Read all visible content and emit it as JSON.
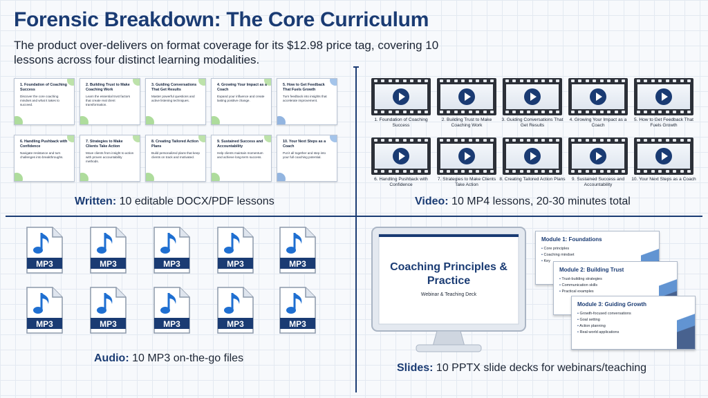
{
  "title": "Forensic Breakdown: The Core Curriculum",
  "subtitle": "The product over-delivers on format coverage for its $12.98 price tag, covering 10 lessons across four distinct learning modalities.",
  "written": {
    "caption_strong": "Written:",
    "caption_rest": " 10 editable DOCX/PDF lessons",
    "cards": [
      {
        "title": "1. Foundation of Coaching Success",
        "desc": "Discover the core coaching mindset and what it takes to succeed."
      },
      {
        "title": "2. Building Trust to Make Coaching Work",
        "desc": "Learn the essential trust factors that create real client transformation."
      },
      {
        "title": "3. Guiding Conversations That Get Results",
        "desc": "Master powerful questions and active listening techniques."
      },
      {
        "title": "4. Growing Your Impact as a Coach",
        "desc": "Expand your influence and create lasting positive change."
      },
      {
        "title": "5. How to Get Feedback That Fuels Growth",
        "desc": "Turn feedback into insights that accelerate improvement."
      },
      {
        "title": "6. Handling Pushback with Confidence",
        "desc": "Navigate resistance and turn challenges into breakthroughs."
      },
      {
        "title": "7. Strategies to Make Clients Take Action",
        "desc": "Move clients from insight to action with proven accountability methods."
      },
      {
        "title": "8. Creating Tailored Action Plans",
        "desc": "Build personalized plans that keep clients on track and motivated."
      },
      {
        "title": "9. Sustained Success and Accountability",
        "desc": "Help clients maintain momentum and achieve long-term success."
      },
      {
        "title": "10. Your Next Steps as a Coach",
        "desc": "Put it all together and step into your full coaching potential."
      }
    ]
  },
  "video": {
    "caption_strong": "Video:",
    "caption_rest": " 10 MP4 lessons, 20-30 minutes total",
    "items": [
      "1. Foundation of Coaching Success",
      "2. Building Trust to Make Coaching Work",
      "3. Guiding Conversations That Get Results",
      "4. Growing Your Impact as a Coach",
      "5. How to Get Feedback That Fuels Growth",
      "6. Handling Pushback with Confidence",
      "7. Strategies to Make Clients Take Action",
      "8. Creating Tailored Action Plans",
      "9. Sustained Success and Accountability",
      "10. Your Next Steps as a Coach"
    ]
  },
  "audio": {
    "caption_strong": "Audio:",
    "caption_rest": " 10 MP3 on-the-go files",
    "file_label": "MP3",
    "count": 10
  },
  "slides": {
    "caption_strong": "Slides:",
    "caption_rest": " 10 PPTX slide decks for webinars/teaching",
    "monitor_title": "Coaching Principles & Practice",
    "monitor_subtitle": "Webinar & Teaching Deck",
    "decks": [
      {
        "title": "Module 1: Foundations",
        "items": [
          "Core principles",
          "Coaching mindset",
          "Key"
        ]
      },
      {
        "title": "Module 2: Building Trust",
        "items": [
          "Trust-building strategies",
          "Communication skills",
          "Practical examples"
        ]
      },
      {
        "title": "Module 3: Guiding Growth",
        "items": [
          "Growth-focused conversations",
          "Goal setting",
          "Action planning",
          "Real-world applications"
        ]
      }
    ]
  },
  "colors": {
    "accent": "#1a3b73",
    "green": "#6cc04a",
    "blue": "#3a79c7"
  },
  "icons": [
    "play-icon",
    "music-note-icon",
    "monitor-icon"
  ]
}
